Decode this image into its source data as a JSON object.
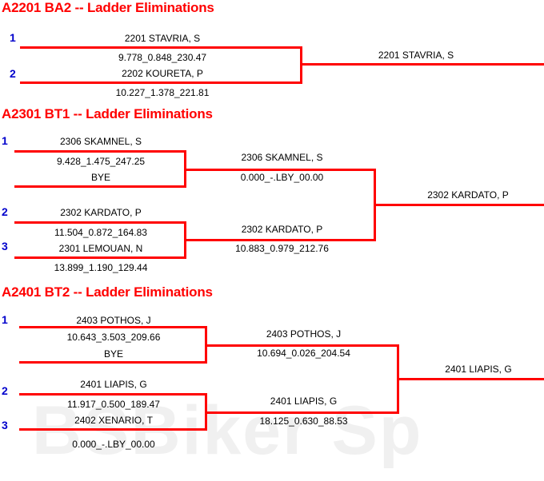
{
  "page": {
    "watermark_primary": "BS",
    "watermark_secondary": "Biker Sp"
  },
  "colors": {
    "title": "#ff0000",
    "line": "#ff0000",
    "seed": "#0000cc",
    "text": "#000000",
    "watermark": "#f0f0f0",
    "background": "#ffffff"
  },
  "sections": [
    {
      "id": "A2201",
      "title": "A2201 BA2 -- Ladder Eliminations",
      "round1": [
        {
          "seed": "1",
          "name": "2201 STAVRIA, S",
          "score": "9.778_0.848_230.47"
        },
        {
          "seed": "2",
          "name": "2202 KOURETA, P",
          "score": "10.227_1.378_221.81"
        }
      ],
      "final": {
        "name": "2201 STAVRIA, S",
        "score": ""
      }
    },
    {
      "id": "A2301",
      "title": "A2301 BT1 -- Ladder Eliminations",
      "round1": [
        {
          "seed": "1",
          "name": "2306 SKAMNEL, S",
          "score": "9.428_1.475_247.25"
        },
        {
          "seed": "",
          "name": "BYE",
          "score": ""
        },
        {
          "seed": "2",
          "name": "2302 KARDATO, P",
          "score": "11.504_0.872_164.83"
        },
        {
          "seed": "3",
          "name": "2301 LEMOUAN, N",
          "score": "13.899_1.190_129.44"
        }
      ],
      "round2": [
        {
          "name": "2306 SKAMNEL, S",
          "score": "0.000_-.LBY_00.00"
        },
        {
          "name": "2302 KARDATO, P",
          "score": "10.883_0.979_212.76"
        }
      ],
      "final": {
        "name": "2302 KARDATO, P",
        "score": ""
      }
    },
    {
      "id": "A2401",
      "title": "A2401 BT2 -- Ladder Eliminations",
      "round1": [
        {
          "seed": "1",
          "name": "2403 POTHOS, J",
          "score": "10.643_3.503_209.66"
        },
        {
          "seed": "",
          "name": "BYE",
          "score": ""
        },
        {
          "seed": "2",
          "name": "2401 LIAPIS, G",
          "score": "11.917_0.500_189.47"
        },
        {
          "seed": "3",
          "name": "2402 XENARIO, T",
          "score": "0.000_-.LBY_00.00"
        }
      ],
      "round2": [
        {
          "name": "2403 POTHOS, J",
          "score": "10.694_0.026_204.54"
        },
        {
          "name": "2401 LIAPIS, G",
          "score": "18.125_0.630_88.53"
        }
      ],
      "final": {
        "name": "2401 LIAPIS, G",
        "score": ""
      }
    }
  ]
}
